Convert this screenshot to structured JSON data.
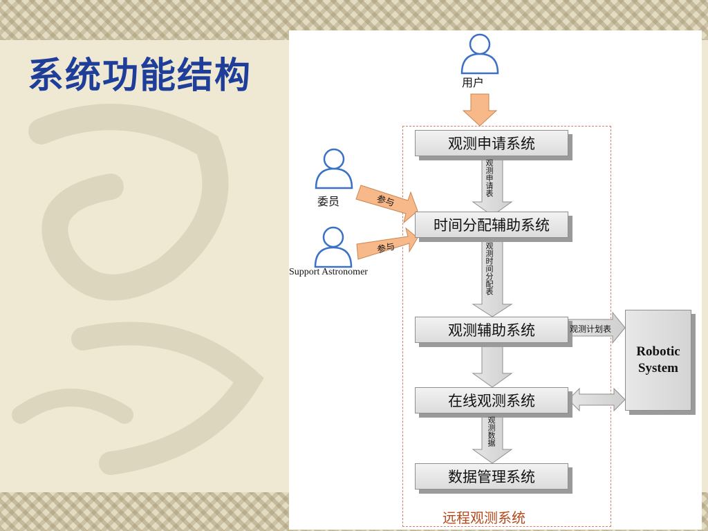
{
  "slide": {
    "title": "系统功能结构"
  },
  "diagram": {
    "boundary_label": "远程观测系统",
    "actors": {
      "user": "用户",
      "committee": "委员",
      "support": "Support Astronomer"
    },
    "systems": {
      "apply": "观测申请系统",
      "schedule": "时间分配辅助系统",
      "assist": "观测辅助系统",
      "online": "在线观测系统",
      "data": "数据管理系统"
    },
    "flows": {
      "apply_table": "观测申请表",
      "alloc_table": "观测时间分配表",
      "plan_table": "观测计划表",
      "obs_data": "观测数据",
      "participate": "参与"
    },
    "robotic": {
      "line1": "Robotic",
      "line2": "System"
    },
    "colors": {
      "title": "#1e3e9a",
      "boundary": "#d97b6a",
      "orange_arrow": "#f7b98a",
      "actor_outline": "#3a70c6"
    }
  }
}
